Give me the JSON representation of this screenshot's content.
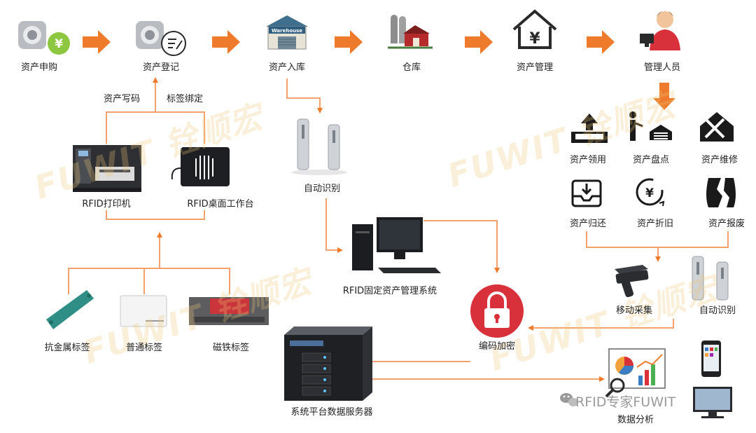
{
  "colors": {
    "flow": "#ee7a2b",
    "flow_line": "#f3a26e",
    "lock": "#d9313b",
    "icon_dark": "#2a2a2a"
  },
  "watermark": "FUWIT 铨顺宏",
  "brand": "RFID专家FUWIT",
  "top_flow": {
    "purchase": "资产申购",
    "register": "资产登记",
    "inbound": "资产入库",
    "warehouse": "仓库",
    "manage": "资产管理",
    "staff": "管理人员"
  },
  "warehouse_sign": "Warehouse",
  "connectors": {
    "write_code": "资产写码",
    "tag_binding": "标签绑定"
  },
  "devices": {
    "printer": "RFID打印机",
    "desktop": "RFID桌面工作台",
    "auto_id_1": "自动识别",
    "system": "RFID固定资产管理系统",
    "mobile": "移动采集",
    "auto_id_2": "自动识别",
    "encrypt": "编码加密",
    "server": "系统平台数据服务器",
    "analysis": "数据分析"
  },
  "tags": {
    "metal": "抗金属标签",
    "normal": "普通标签",
    "magnet": "磁铁标签"
  },
  "operations": {
    "use": "资产领用",
    "inventory": "资产盘点",
    "repair": "资产维修",
    "return": "资产归还",
    "depreciation": "资产折旧",
    "scrap": "资产报废"
  }
}
